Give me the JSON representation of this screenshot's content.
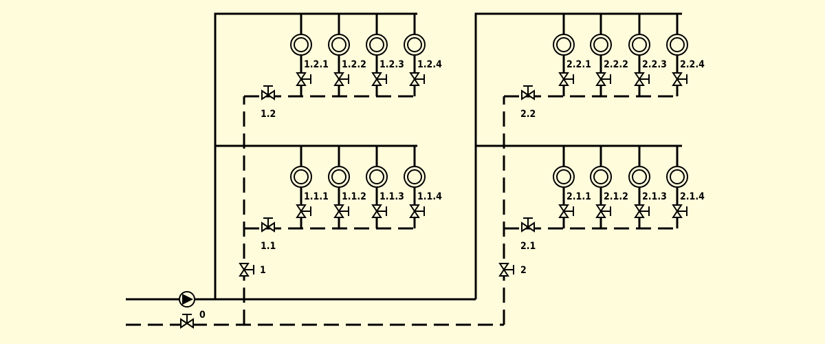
{
  "colors": {
    "background": "#fffcdc",
    "line": "#000000"
  },
  "pump": {
    "icon": "pump-icon"
  },
  "main_valves": [
    {
      "id": "v0",
      "label": "0"
    },
    {
      "id": "v1",
      "label": "1"
    },
    {
      "id": "v2",
      "label": "2"
    }
  ],
  "circuits": [
    {
      "label": "1.1",
      "radiators": [
        "1.1.1",
        "1.1.2",
        "1.1.3",
        "1.1.4"
      ]
    },
    {
      "label": "1.2",
      "radiators": [
        "1.2.1",
        "1.2.2",
        "1.2.3",
        "1.2.4"
      ]
    },
    {
      "label": "2.1",
      "radiators": [
        "2.1.1",
        "2.1.2",
        "2.1.3",
        "2.1.4"
      ]
    },
    {
      "label": "2.2",
      "radiators": [
        "2.2.1",
        "2.2.2",
        "2.2.3",
        "2.2.4"
      ]
    }
  ]
}
